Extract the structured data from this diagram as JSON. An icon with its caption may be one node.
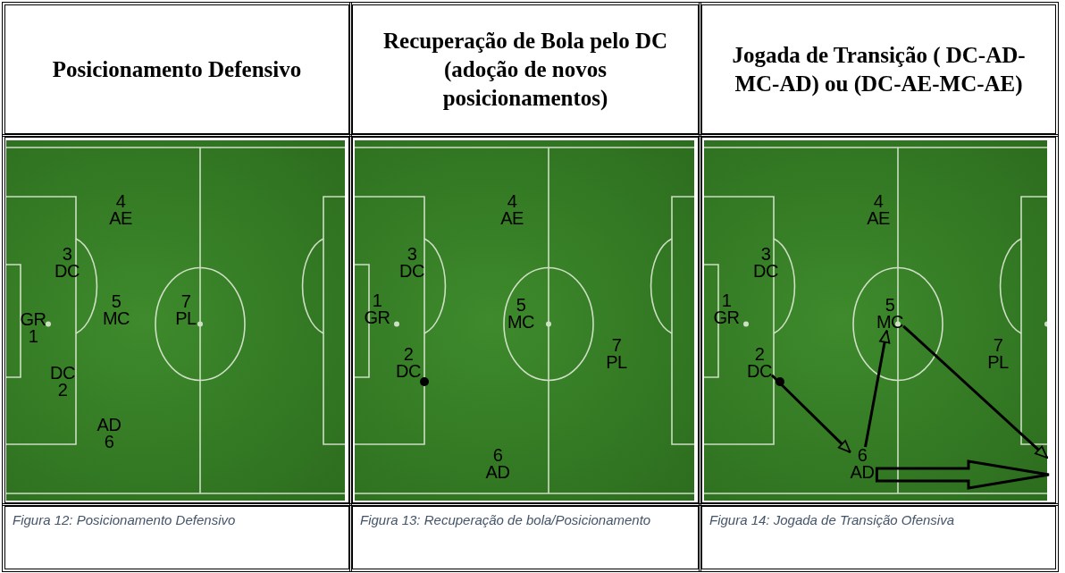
{
  "diagram": {
    "nodes": [
      {
        "text": [],
        "shape": "picture"
      },
      {
        "text": [
          "4 AE"
        ],
        "in": 0
      },
      {
        "text": [
          "3 DC"
        ],
        "in": 0
      },
      {
        "text": [
          "GR 1"
        ],
        "in": 0
      },
      {
        "text": [
          "5 MC"
        ],
        "in": 0
      },
      {
        "text": [
          "7 PL"
        ],
        "in": 0
      },
      {
        "text": [
          "DC 2"
        ],
        "in": 0
      },
      {
        "text": [
          "AD 6"
        ],
        "in": 0
      },
      {
        "text": [],
        "shape": "picture"
      },
      {
        "text": [
          "4 AE"
        ],
        "in": 8
      },
      {
        "text": [
          "3 DC"
        ],
        "in": 8
      },
      {
        "text": [
          "1 GR"
        ],
        "in": 8
      },
      {
        "text": [
          "5 MC"
        ],
        "in": 8
      },
      {
        "text": [
          "2 DC"
        ],
        "in": 8
      },
      {
        "text": [
          "7 PL"
        ],
        "in": 8
      },
      {
        "text": [
          "6 AD"
        ],
        "in": 8
      },
      {
        "text": [],
        "shape": "picture"
      },
      {
        "text": [
          "4 AE"
        ],
        "in": 16
      },
      {
        "text": [
          "3 DC"
        ],
        "in": 16
      },
      {
        "text": [
          "1 GR"
        ],
        "in": 16
      },
      {
        "text": [
          "5 MC"
        ],
        "in": 16
      },
      {
        "text": [
          "2 DC"
        ],
        "in": 16
      },
      {
        "text": [
          "7 PL"
        ],
        "in": 16
      },
      {
        "text": [
          "6 AD"
        ],
        "in": 16
      }
    ],
    "edges": [
      {
        "from": 21,
        "to": 23,
        "arrow": "to"
      },
      {
        "from": 23,
        "to": 20,
        "arrow": "to"
      },
      {
        "from": 20,
        "to": null,
        "arrow": "to"
      },
      {
        "from": 23,
        "to": null,
        "arrow": "to",
        "style": "thick"
      }
    ],
    "labels": [
      "Posicionamento Defensivo",
      "Recuperação de Bola pelo DC (adoção de novos posicionamentos)",
      "Jogada de Transição ( DC-AD-MC-AD) ou (DC-AE-MC-AE)",
      "Figura 12: Posicionamento Defensivo",
      "Figura 13: Recuperação de bola/Posicionamento",
      "Figura 14: Jogada de Transição Ofensiva"
    ]
  }
}
